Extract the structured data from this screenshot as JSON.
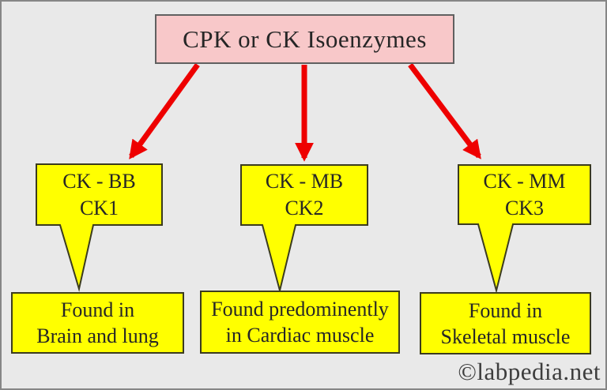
{
  "title": "CPK or CK Isoenzymes",
  "watermark": "©labpedia.net",
  "nodes": [
    {
      "name": "CK - BB",
      "code": "CK1",
      "location_line1": "Found in",
      "location_line2": "Brain and lung"
    },
    {
      "name": "CK - MB",
      "code": "CK2",
      "location_line1": "Found predominently",
      "location_line2": "in Cardiac muscle"
    },
    {
      "name": "CK - MM",
      "code": "CK3",
      "location_line1": "Found in",
      "location_line2": "Skeletal muscle"
    }
  ],
  "colors": {
    "background": "#e9e9e9",
    "frame": "#868686",
    "arrow": "#ee0000",
    "node_bg": "#ffff00",
    "node_border": "#3b3b1f",
    "title_bg": "#f8c8c9",
    "title_border": "#606060",
    "text": "#262626",
    "watermark_color": "#3d3d3d"
  }
}
